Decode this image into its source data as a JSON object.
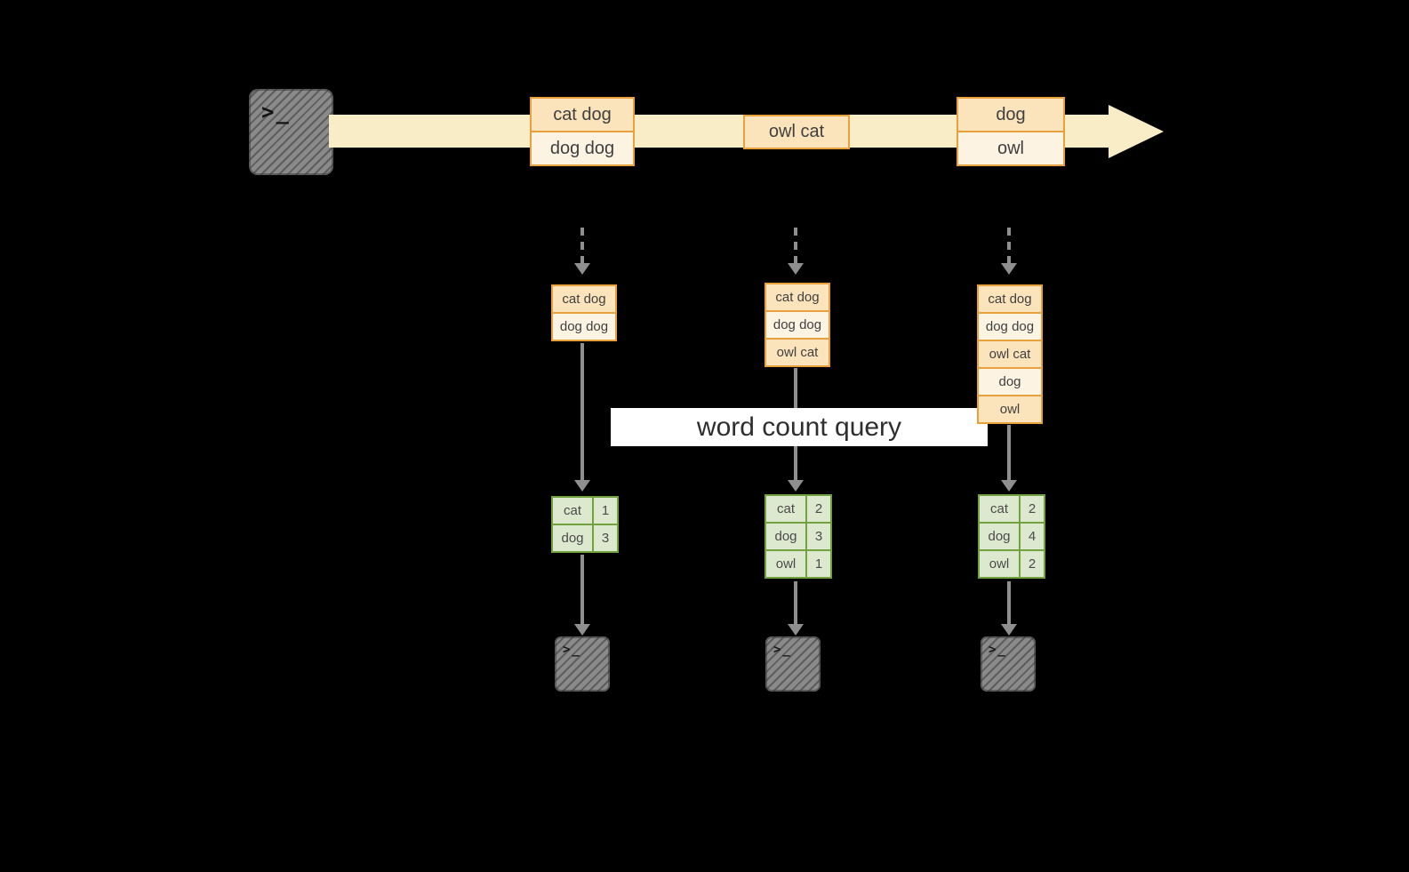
{
  "query": {
    "label": "word count query"
  },
  "icons": {
    "source": "terminal-icon",
    "sink": "terminal-icon",
    "prompt_glyph": ">_"
  },
  "stream": {
    "batches": [
      {
        "rows": [
          "cat dog",
          "dog dog"
        ]
      },
      {
        "rows": [
          "owl cat"
        ]
      },
      {
        "rows": [
          "dog",
          "owl"
        ]
      }
    ]
  },
  "columns": [
    {
      "inputs": [
        "cat dog",
        "dog dog"
      ],
      "counts": [
        {
          "word": "cat",
          "value": "1"
        },
        {
          "word": "dog",
          "value": "3"
        }
      ]
    },
    {
      "inputs": [
        "cat dog",
        "dog dog",
        "owl cat"
      ],
      "counts": [
        {
          "word": "cat",
          "value": "2"
        },
        {
          "word": "dog",
          "value": "3"
        },
        {
          "word": "owl",
          "value": "1"
        }
      ]
    },
    {
      "inputs": [
        "cat dog",
        "dog dog",
        "owl cat",
        "dog",
        "owl"
      ],
      "counts": [
        {
          "word": "cat",
          "value": "2"
        },
        {
          "word": "dog",
          "value": "4"
        },
        {
          "word": "owl",
          "value": "2"
        }
      ]
    }
  ],
  "colors": {
    "background": "#000000",
    "stream_fill": "#f9edc8",
    "record_border": "#e9a23b",
    "record_fill_dark": "#fbe4bc",
    "record_fill_light": "#fdf3e2",
    "table_border": "#71a23f",
    "table_fill": "#dce9cf",
    "arrow_gray": "#8f8f8f",
    "banner_bg": "#ffffff",
    "text": "#3f3f3f"
  }
}
